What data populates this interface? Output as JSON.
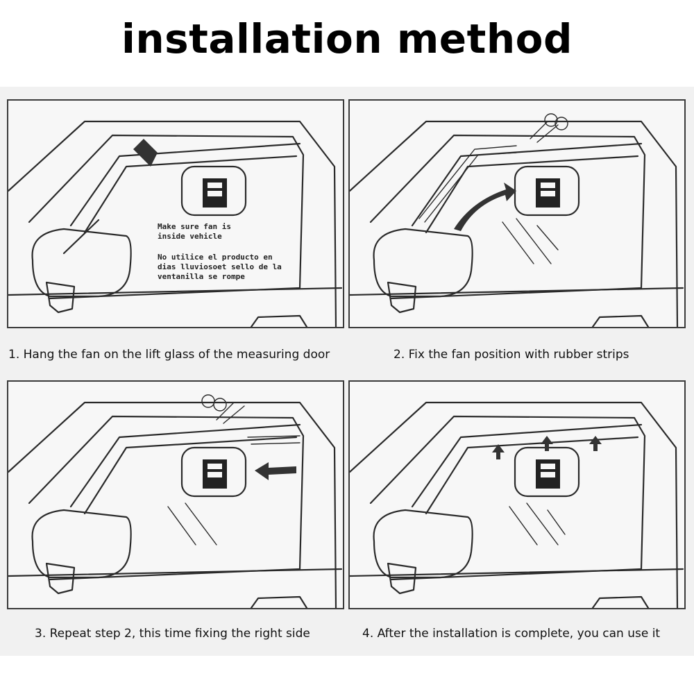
{
  "title": "installation method",
  "steps": [
    {
      "caption": "1. Hang the fan on the lift glass of the measuring door",
      "note_en": [
        "Make sure fan is",
        "inside vehicle"
      ],
      "note_es": [
        "No utilice el producto en",
        "dias lluviosoet sello de la",
        "ventanilla se rompe"
      ]
    },
    {
      "caption": "2. Fix the fan position with rubber strips"
    },
    {
      "caption": "3. Repeat step 2, this time fixing the right side"
    },
    {
      "caption": "4. After the installation is complete, you can use it"
    }
  ]
}
